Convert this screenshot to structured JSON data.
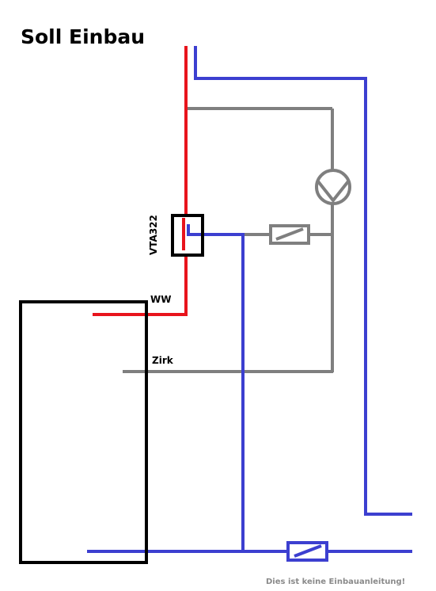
{
  "title": "Soll Einbau",
  "labels": {
    "valve": "VTA322",
    "hot_water": "WW",
    "circulation": "Zirk"
  },
  "footnote": "Dies ist keine Einbauanleitung!",
  "colors": {
    "hot_pipe": "#e8141c",
    "cold_pipe": "#3c3fd0",
    "circulation_pipe": "#7f7f7f",
    "outline": "#000000",
    "footnote": "#8a8a8a"
  }
}
